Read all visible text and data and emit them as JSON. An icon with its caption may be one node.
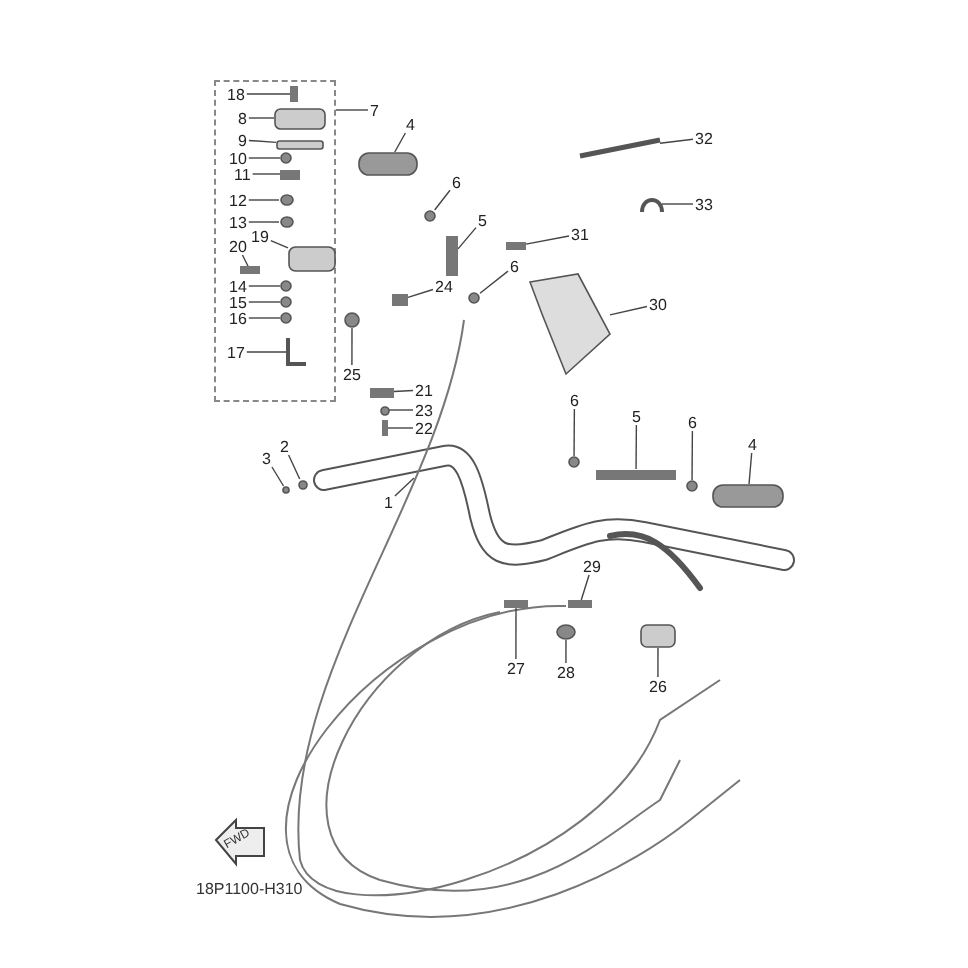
{
  "diagram": {
    "nodes": [
      {
        "text": [],
        "shape": "box"
      },
      {
        "text": [
          "18"
        ],
        "in": 0
      },
      {
        "text": [
          "8"
        ],
        "in": 0
      },
      {
        "text": [
          "9"
        ],
        "in": 0
      },
      {
        "text": [
          "10"
        ],
        "in": 0
      },
      {
        "text": [
          "11"
        ],
        "in": 0
      },
      {
        "text": [
          "12"
        ],
        "in": 0
      },
      {
        "text": [
          "13"
        ],
        "in": 0
      },
      {
        "text": [
          "20"
        ],
        "in": 0
      },
      {
        "text": [
          "19"
        ],
        "in": 0
      },
      {
        "text": [
          "14"
        ],
        "in": 0
      },
      {
        "text": [
          "15"
        ],
        "in": 0
      },
      {
        "text": [
          "16"
        ],
        "in": 0
      },
      {
        "text": [
          "17"
        ],
        "in": 0
      },
      {
        "text": [
          "7"
        ]
      },
      {
        "text": [
          "4"
        ]
      },
      {
        "text": [
          "6"
        ]
      },
      {
        "text": [
          "5"
        ]
      },
      {
        "text": [
          "6"
        ]
      },
      {
        "text": [
          "31"
        ]
      },
      {
        "text": [
          "30"
        ]
      },
      {
        "text": [
          "32"
        ]
      },
      {
        "text": [
          "33"
        ]
      },
      {
        "text": [
          "24"
        ]
      },
      {
        "text": [
          "25"
        ]
      },
      {
        "text": [
          "21"
        ]
      },
      {
        "text": [
          "23"
        ]
      },
      {
        "text": [
          "22"
        ]
      },
      {
        "text": [
          "2"
        ]
      },
      {
        "text": [
          "3"
        ]
      },
      {
        "text": [
          "1"
        ]
      },
      {
        "text": [
          "6"
        ]
      },
      {
        "text": [
          "5"
        ]
      },
      {
        "text": [
          "6"
        ]
      },
      {
        "text": [
          "4"
        ]
      },
      {
        "text": [
          "29"
        ]
      },
      {
        "text": [
          "27"
        ]
      },
      {
        "text": [
          "28"
        ]
      },
      {
        "text": [
          "26"
        ]
      },
      {
        "text": [],
        "shape": "bar",
        "in": 0
      },
      {
        "text": [],
        "shape": "box",
        "in": 0
      },
      {
        "text": [],
        "shape": "box",
        "in": 0
      },
      {
        "text": [],
        "shape": "circle",
        "in": 0
      },
      {
        "text": [],
        "shape": "bar",
        "in": 0
      },
      {
        "text": [],
        "shape": "circle",
        "in": 0
      },
      {
        "text": [],
        "shape": "circle",
        "in": 0
      },
      {
        "text": [],
        "shape": "bar",
        "in": 0
      },
      {
        "text": [],
        "shape": "box",
        "in": 0
      },
      {
        "text": [],
        "shape": "circle",
        "in": 0
      },
      {
        "text": [],
        "shape": "circle",
        "in": 0
      },
      {
        "text": [],
        "shape": "circle",
        "in": 0
      },
      {
        "text": [],
        "shape": "box",
        "in": 0
      },
      {
        "text": [],
        "shape": "box"
      },
      {
        "text": [],
        "shape": "circle"
      },
      {
        "text": [],
        "shape": "bar"
      },
      {
        "text": [],
        "shape": "circle"
      },
      {
        "text": [],
        "shape": "bar"
      },
      {
        "text": [],
        "shape": "box"
      },
      {
        "text": [],
        "shape": "bar"
      },
      {
        "text": [],
        "shape": "box"
      },
      {
        "text": [],
        "shape": "bar"
      },
      {
        "text": [],
        "shape": "circle"
      },
      {
        "text": [],
        "shape": "bar"
      },
      {
        "text": [],
        "shape": "circle"
      },
      {
        "text": [],
        "shape": "bar"
      },
      {
        "text": [],
        "shape": "circle"
      },
      {
        "text": [],
        "shape": "circle"
      },
      {
        "text": [],
        "shape": "circle"
      },
      {
        "text": [],
        "shape": "bar"
      },
      {
        "text": [],
        "shape": "circle"
      },
      {
        "text": [],
        "shape": "box"
      },
      {
        "text": [],
        "shape": "bar"
      },
      {
        "text": [],
        "shape": "bar"
      },
      {
        "text": [],
        "shape": "circle"
      },
      {
        "text": [],
        "shape": "box"
      }
    ],
    "edges": [
      {
        "from": 1,
        "to": 39,
        "arrow": "none"
      },
      {
        "from": 2,
        "to": 40,
        "arrow": "none"
      },
      {
        "from": 3,
        "to": 41,
        "arrow": "none"
      },
      {
        "from": 4,
        "to": 42,
        "arrow": "none"
      },
      {
        "from": 5,
        "to": 43,
        "arrow": "none"
      },
      {
        "from": 6,
        "to": 44,
        "arrow": "none"
      },
      {
        "from": 7,
        "to": 45,
        "arrow": "none"
      },
      {
        "from": 8,
        "to": 46,
        "arrow": "none"
      },
      {
        "from": 9,
        "to": 47,
        "arrow": "none"
      },
      {
        "from": 10,
        "to": 48,
        "arrow": "none"
      },
      {
        "from": 11,
        "to": 49,
        "arrow": "none"
      },
      {
        "from": 12,
        "to": 50,
        "arrow": "none"
      },
      {
        "from": 13,
        "to": 51,
        "arrow": "none"
      },
      {
        "from": 14,
        "to": 0,
        "arrow": "none"
      },
      {
        "from": 15,
        "to": 52,
        "arrow": "none"
      },
      {
        "from": 16,
        "to": 53,
        "arrow": "none"
      },
      {
        "from": 17,
        "to": 54,
        "arrow": "none"
      },
      {
        "from": 18,
        "to": 55,
        "arrow": "none"
      },
      {
        "from": 19,
        "to": 56,
        "arrow": "none"
      },
      {
        "from": 20,
        "to": 57,
        "arrow": "none"
      },
      {
        "from": 21,
        "to": 58,
        "arrow": "none"
      },
      {
        "from": 22,
        "to": 59,
        "arrow": "none"
      },
      {
        "from": 23,
        "to": 60,
        "arrow": "none"
      },
      {
        "from": 24,
        "to": 61,
        "arrow": "none"
      },
      {
        "from": 25,
        "to": 62,
        "arrow": "none"
      },
      {
        "from": 26,
        "to": 63,
        "arrow": "none"
      },
      {
        "from": 27,
        "to": 64,
        "arrow": "none"
      },
      {
        "from": 28,
        "to": 65,
        "arrow": "none"
      },
      {
        "from": 29,
        "to": 66,
        "arrow": "none"
      },
      {
        "from": 30,
        "to": null,
        "arrow": "none"
      },
      {
        "from": 31,
        "to": 67,
        "arrow": "none"
      },
      {
        "from": 32,
        "to": 68,
        "arrow": "none"
      },
      {
        "from": 33,
        "to": 69,
        "arrow": "none"
      },
      {
        "from": 34,
        "to": 70,
        "arrow": "none"
      },
      {
        "from": 35,
        "to": 71,
        "arrow": "none"
      },
      {
        "from": 36,
        "to": 72,
        "arrow": "none"
      },
      {
        "from": 37,
        "to": 73,
        "arrow": "none"
      },
      {
        "from": 38,
        "to": 74,
        "arrow": "none"
      }
    ],
    "labels": [
      "FWD",
      "18P1100-H310"
    ]
  }
}
